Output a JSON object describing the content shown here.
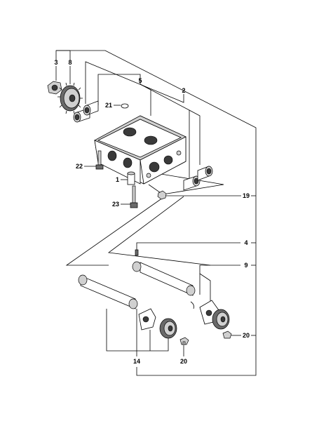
{
  "diagram": {
    "callouts": {
      "c1": "1",
      "c2": "2",
      "c3": "3",
      "c4": "4",
      "c5": "5",
      "c8": "8",
      "c9": "9",
      "c14": "14",
      "c19": "19",
      "c20a": "20",
      "c20b": "20",
      "c21": "21",
      "c22": "22",
      "c23": "23"
    }
  }
}
